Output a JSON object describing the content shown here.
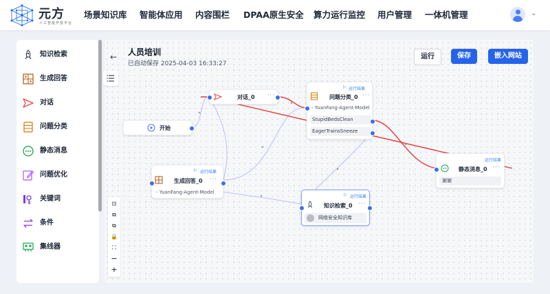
{
  "app": {
    "name": "元方",
    "subtitle": "人工智能开放平台"
  },
  "nav": {
    "items": [
      "场景知识库",
      "智能体应用",
      "内容围栏",
      "DPAA原生安全",
      "算力运行监控",
      "用户管理",
      "一体机管理"
    ]
  },
  "sidebar": {
    "items": [
      {
        "label": "知识检索",
        "icon": "rocket-icon"
      },
      {
        "label": "生成回答",
        "icon": "grid-icon"
      },
      {
        "label": "对话",
        "icon": "send-icon"
      },
      {
        "label": "问题分类",
        "icon": "list-icon"
      },
      {
        "label": "静态消息",
        "icon": "message-icon"
      },
      {
        "label": "问题优化",
        "icon": "edit-icon"
      },
      {
        "label": "关键词",
        "icon": "key-icon"
      },
      {
        "label": "条件",
        "icon": "swap-icon"
      },
      {
        "label": "集线器",
        "icon": "hub-icon"
      }
    ]
  },
  "header": {
    "title": "人员培训",
    "autosave": "已自动保存 2025-04-03 16:33:27",
    "run": "运行",
    "save": "保存",
    "embed": "嵌入网站"
  },
  "canvas": {
    "controls": [
      "⊡",
      "⧉",
      "⧉",
      "🔒",
      "⛶",
      "−",
      "+"
    ],
    "nodes": {
      "start": {
        "title": "开始"
      },
      "chat": {
        "title": "对话_0",
        "more": "···"
      },
      "classify": {
        "title": "问题分类_0",
        "more": "···",
        "result": "运行结果",
        "model": "- YuanFang-Agent-Model",
        "cat1": "StupidBedsClean",
        "cat2": "EagerTrainsSneeze"
      },
      "generate": {
        "title": "生成回答_0",
        "more": "···",
        "result": "运行结果",
        "model": "- YuanFang-Agent-Model"
      },
      "retrieve": {
        "title": "知识检索_0",
        "more": "···",
        "result": "运行结果",
        "kb": "网络安全知识库"
      },
      "message": {
        "title": "静态消息_0",
        "more": "···",
        "result": "运行结果",
        "text": "谢谢"
      }
    }
  },
  "colors": {
    "primary": "#2563eb",
    "port": "#3b6fe6",
    "edge_active": "#e53935",
    "edge_idle": "#b9bff7"
  }
}
